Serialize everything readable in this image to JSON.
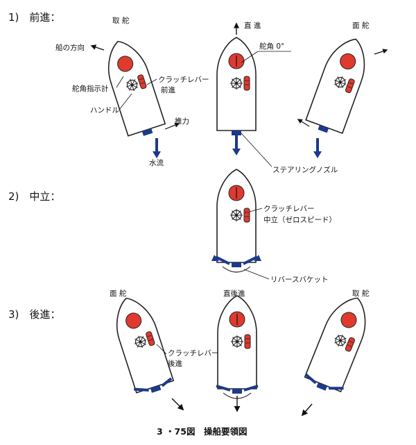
{
  "sections": {
    "forward": "1)　前進：",
    "neutral": "2)　中立：",
    "reverse": "3)　後進："
  },
  "boats": {
    "fwd_left": {
      "title": "取 舵"
    },
    "fwd_center": {
      "title": "直 進"
    },
    "fwd_right": {
      "title": "面 舵"
    },
    "rev_left": {
      "title": "面 舵"
    },
    "rev_center": {
      "title": "直後進"
    },
    "rev_right": {
      "title": "取 舵"
    }
  },
  "labels": {
    "heading": "船の方向",
    "clutch_forward_1": "クラッチレバー",
    "clutch_forward_2": "前進",
    "rudder_indicator": "舵角指示計",
    "handle": "ハンドル",
    "thrust": "推力",
    "water_flow": "水流",
    "rudder_zero": "舵角 0°",
    "steering_nozzle": "ステアリングノズル",
    "clutch_neutral_1": "クラッチレバー",
    "clutch_neutral_2": "中立（ゼロスピード）",
    "reverse_bucket": "リバースバケット",
    "clutch_reverse_1": "クラッチレバー",
    "clutch_reverse_2": "後進"
  },
  "caption": "3 ・75図　操船要領図",
  "colors": {
    "hull": "#222222",
    "indicator": "#e03a2f",
    "lever": "#e03a2f",
    "arrow": "#1c3a8a",
    "ink": "#111111"
  }
}
